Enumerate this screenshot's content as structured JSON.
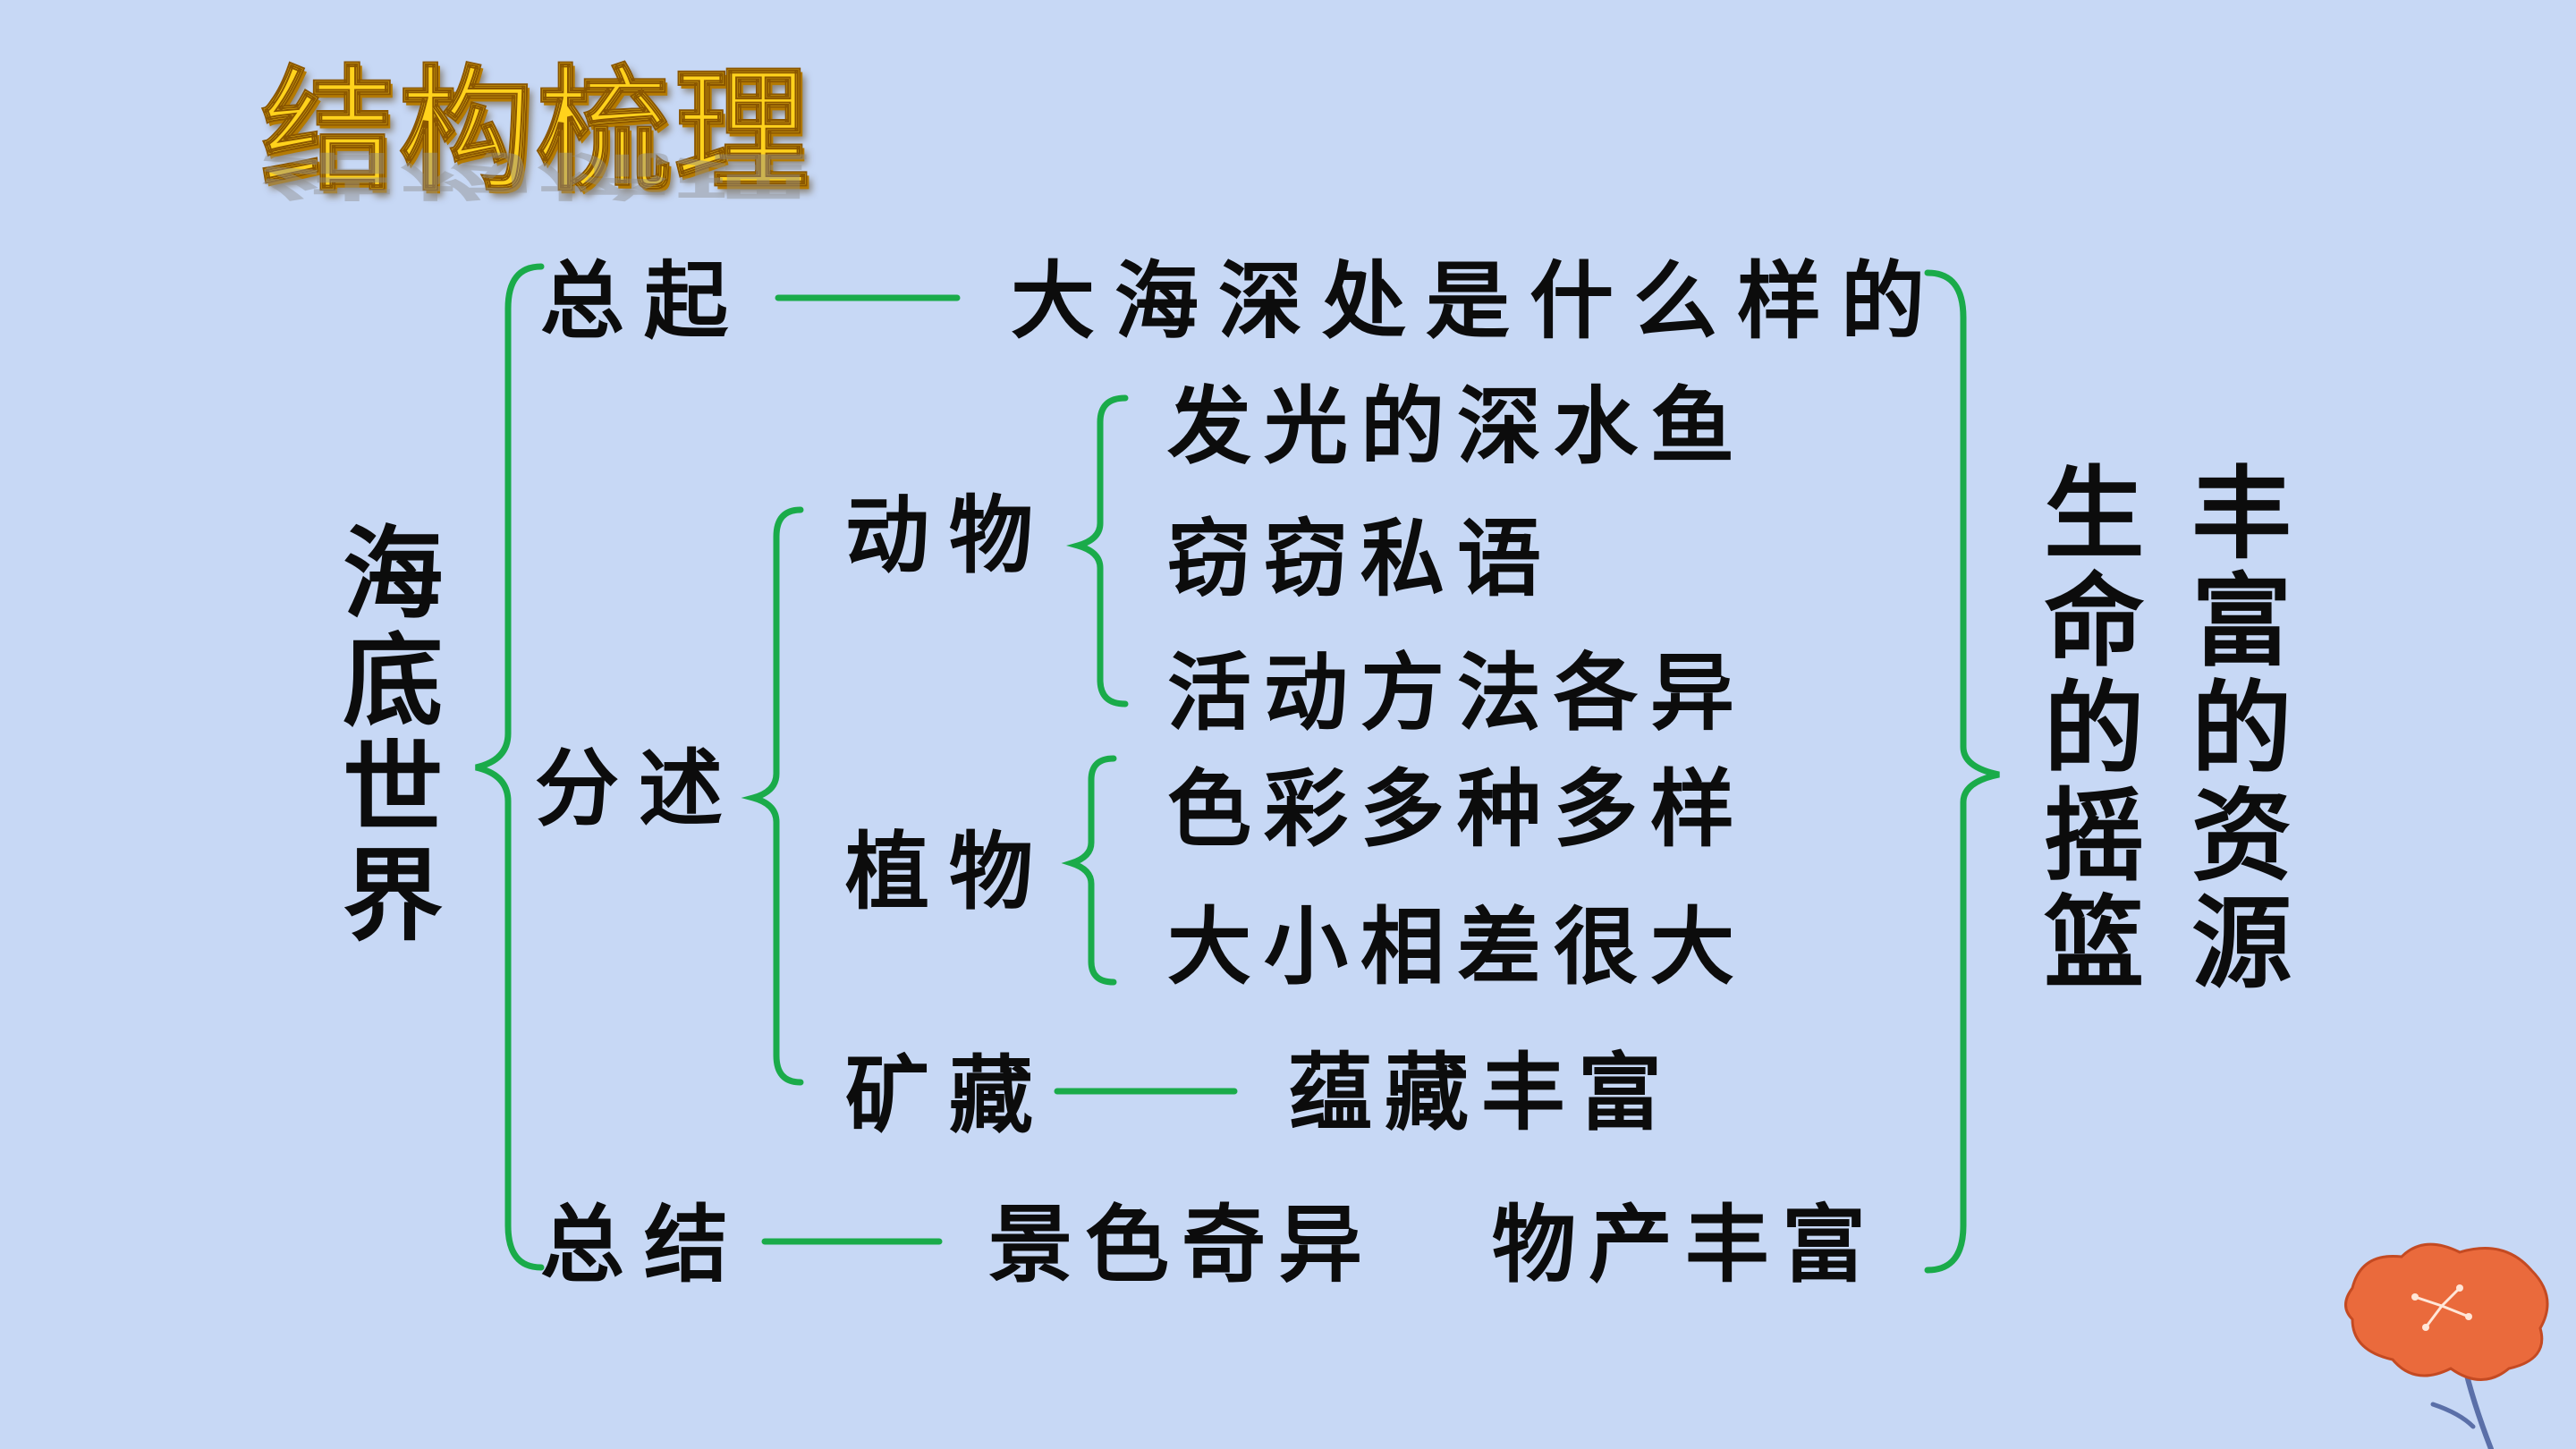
{
  "slide": {
    "title": "结构梳理",
    "root": "海底世界",
    "intro": {
      "label": "总起",
      "content": "大海深处是什么样的"
    },
    "body": {
      "label": "分述",
      "animals": {
        "label": "动物",
        "items": [
          "发光的深水鱼",
          "窃窃私语",
          "活动方法各异"
        ]
      },
      "plants": {
        "label": "植物",
        "items": [
          "色彩多种多样",
          "大小相差很大"
        ]
      },
      "minerals": {
        "label": "矿藏",
        "content": "蕴藏丰富"
      }
    },
    "conclusion": {
      "label": "总结",
      "content_1": "景色奇异",
      "content_2": "物产丰富"
    },
    "summary": {
      "col_1": "生命的摇篮",
      "col_2": "丰富的资源"
    }
  },
  "colors": {
    "background": "#c7d8f5",
    "bracket": "#1aab4a",
    "title": "#ffd21c",
    "flower": "#ea6a3c",
    "stem": "#5a6fa8"
  }
}
